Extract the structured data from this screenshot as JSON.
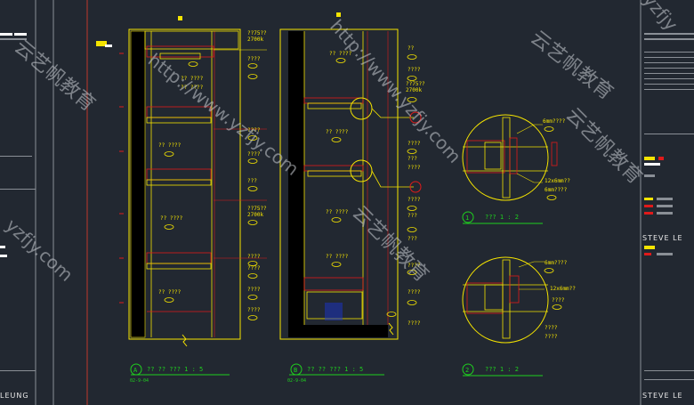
{
  "colors": {
    "background": "#222831",
    "yellow": "#f5e400",
    "red": "#e01a1a",
    "green": "#1fd11f",
    "white": "#e8e8e8",
    "grey": "#8a8f96",
    "black": "#000000"
  },
  "title_blocks": {
    "left_brand": "LEUNG",
    "right_brand": "STEVE LE"
  },
  "elevation_a": {
    "annotations": [
      "??75??",
      "2700k",
      "?? ????",
      "?? ????",
      "????",
      "?? ????",
      "?? ????",
      "???",
      "????",
      "????",
      "??75??",
      "2700k",
      "?? ????",
      "?? ????",
      "????",
      "????",
      "????",
      "????",
      "?? ????",
      "?? ????"
    ],
    "title_marker": "A",
    "title": "?? ?? ???   1 : 5",
    "sheet_ref": "02-9-04"
  },
  "elevation_b": {
    "annotations": [
      "??",
      "????",
      "?? ????",
      "??75??",
      "2700k",
      "?? ????",
      "????",
      "???",
      "????",
      "?? ????",
      "????",
      "???",
      "???",
      "?? ????",
      "????",
      "????",
      "????"
    ],
    "title_marker": "B",
    "title": "?? ?? ???   1 : 5",
    "sheet_ref": "02-9-04"
  },
  "detail_1": {
    "labels": [
      "6mm????",
      "12x6mm??",
      "6mm????"
    ],
    "marker": "1",
    "title": "???   1 : 2"
  },
  "detail_2": {
    "labels": [
      "6mm????",
      "12x6mm??",
      "????",
      "????",
      "????"
    ],
    "marker": "2",
    "title": "???   1 : 2"
  },
  "watermarks": [
    "http://www.yzfjy.com",
    "http://www.yzfjy.com",
    "云艺帆教育",
    "云艺帆教育",
    "云艺帆教育",
    "云艺帆教育",
    "yzfjy.com",
    "yzfjy"
  ]
}
